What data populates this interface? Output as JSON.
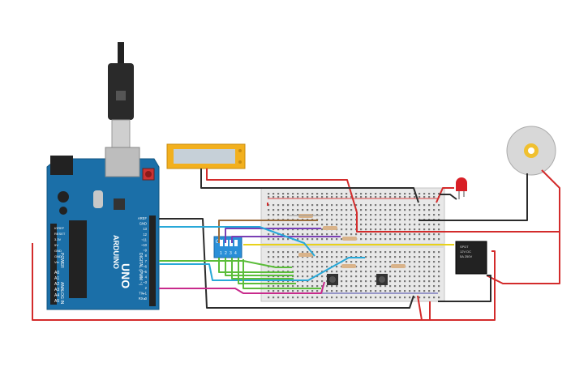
{
  "arduino": {
    "brand": "ARDUINO",
    "model": "UNO",
    "header_labels": [
      "AREF",
      "GND",
      "13",
      "12",
      "~11",
      "~10",
      "~9",
      "8",
      "7",
      "~6",
      "~5",
      "4",
      "~3",
      "2",
      "TX▸1",
      "RX◂0"
    ],
    "digital_label": "DIGITAL (PWM ~)",
    "power_labels": [
      "IOREF",
      "RESET",
      "3.3V",
      "5V",
      "GND",
      "GND",
      "Vin"
    ],
    "analog_labels": [
      "A0",
      "A1",
      "A2",
      "A3",
      "A4",
      "A5"
    ],
    "power_title": "POWER",
    "analog_title": "ANALOG IN"
  },
  "dip_switch": {
    "on_label": "ON",
    "numbers": [
      "1",
      "2",
      "3",
      "4"
    ]
  },
  "relay": {
    "text_lines": [
      "SPDT",
      "12V DC",
      "5A 250V"
    ]
  },
  "colors": {
    "board_blue": "#1b6fa8",
    "wire_red": "#d32b2b",
    "wire_black": "#2b2b2b",
    "wire_green": "#5bbd3a",
    "wire_cyan": "#28a8d8",
    "wire_magenta": "#c82a8c",
    "wire_yellow": "#e8d21a",
    "wire_purple": "#7a3fb5",
    "wire_brown": "#9a6b3a",
    "lcd_frame": "#f2b01e",
    "led_red": "#d81f26"
  }
}
